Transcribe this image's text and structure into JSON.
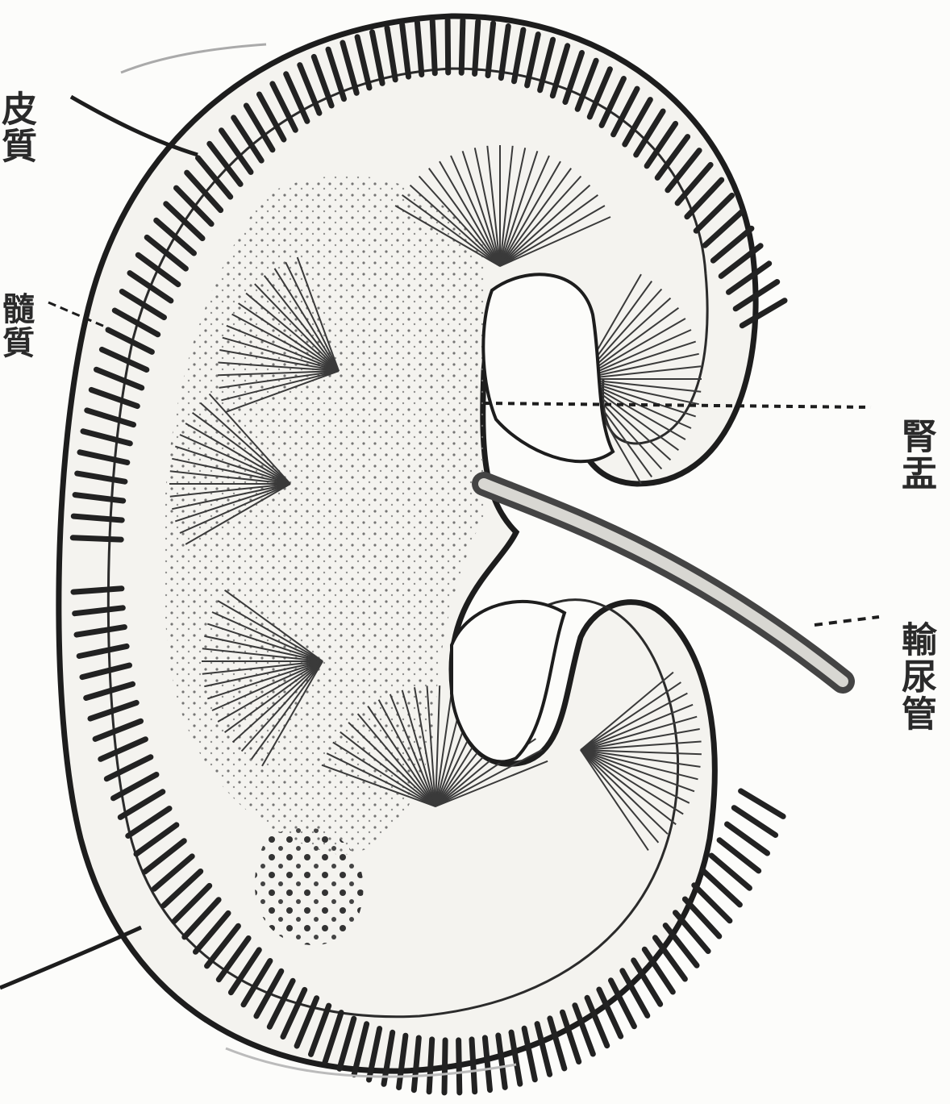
{
  "labels": {
    "cortex": "皮質",
    "medulla": "髓質",
    "renal_pelvis": "腎盂",
    "ureter": "輸尿管"
  },
  "colors": {
    "ink": "#2a2a2a",
    "paper": "#fcfcfa"
  }
}
